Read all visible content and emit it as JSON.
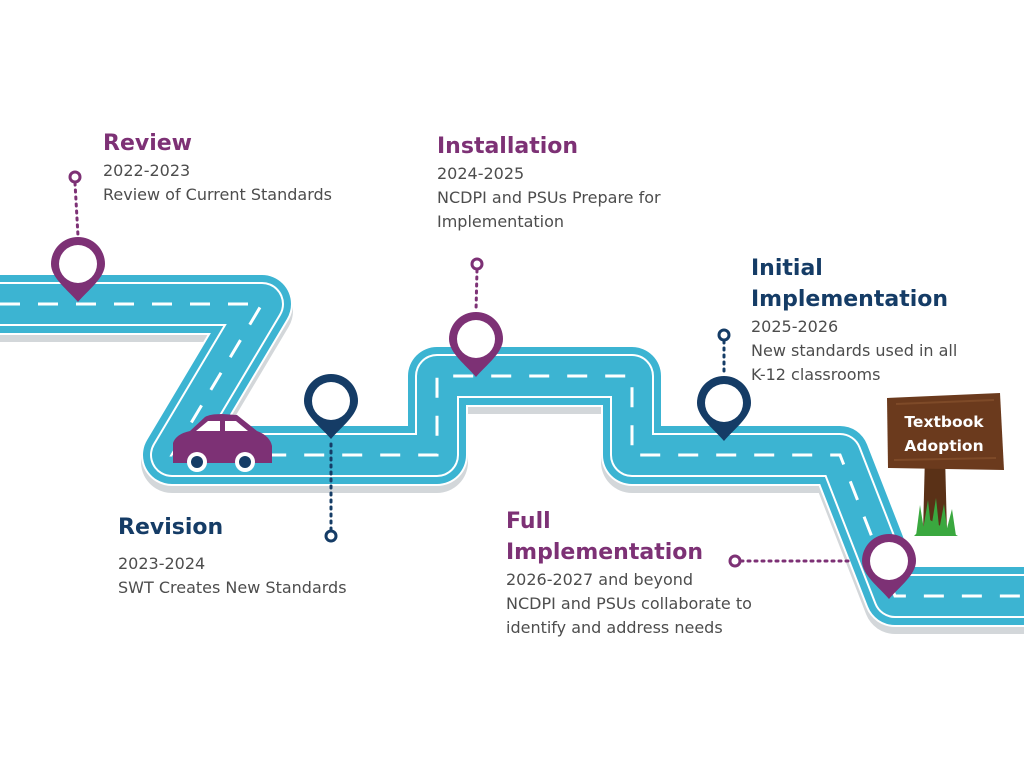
{
  "colors": {
    "road": "#3cb4d2",
    "road_edge": "#ffffff",
    "road_shadow": "#d3d7da",
    "purple": "#7d3175",
    "navy": "#153c66",
    "car": "#7d3175",
    "sign_wood": "#6b3a1d",
    "grass": "#3aa83f"
  },
  "stages": [
    {
      "title": "Review",
      "years": "2022-2023",
      "desc": [
        "Review of Current Standards"
      ]
    },
    {
      "title": "Revision",
      "years": "2023-2024",
      "desc": [
        "SWT Creates New Standards"
      ]
    },
    {
      "title": "Installation",
      "years": "2024-2025",
      "desc": [
        "NCDPI and PSUs Prepare for",
        "Implementation"
      ]
    },
    {
      "title": [
        "Initial",
        "Implementation"
      ],
      "years": "2025-2026",
      "desc": [
        "New standards used in all",
        "K-12 classrooms"
      ]
    },
    {
      "title": [
        "Full",
        "Implementation"
      ],
      "years": "2026-2027 and beyond",
      "desc": [
        "NCDPI and PSUs collaborate to",
        "identify and address needs"
      ]
    }
  ],
  "sign": {
    "lines": [
      "Textbook",
      "Adoption"
    ]
  },
  "icons": {
    "pin": "map-pin-icon",
    "car": "car-icon",
    "sign": "wooden-sign-icon"
  }
}
